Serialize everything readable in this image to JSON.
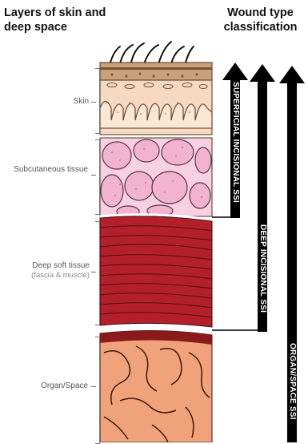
{
  "titles": {
    "left": "Layers of skin and deep space",
    "right": "Wound type classification"
  },
  "layers": {
    "skin": "Skin",
    "subcutaneous": "Subcutaneous tissue",
    "deep_soft": "Deep soft tissue",
    "deep_soft_note": "(fascia & muscle)",
    "organ_space": "Organ/Space"
  },
  "classifications": {
    "superficial": "SUPERFICIAL INCISIONAL SSI",
    "deep": "DEEP INCISIONAL SSI",
    "organ": "ORGAN/SPACE SSI"
  },
  "colors": {
    "epidermis": "#c9a27a",
    "dermis": "#f5d9c2",
    "fat": "#f2b3cf",
    "muscle": "#b3202c",
    "organ": "#f0a27a",
    "arrow": "#000000"
  }
}
